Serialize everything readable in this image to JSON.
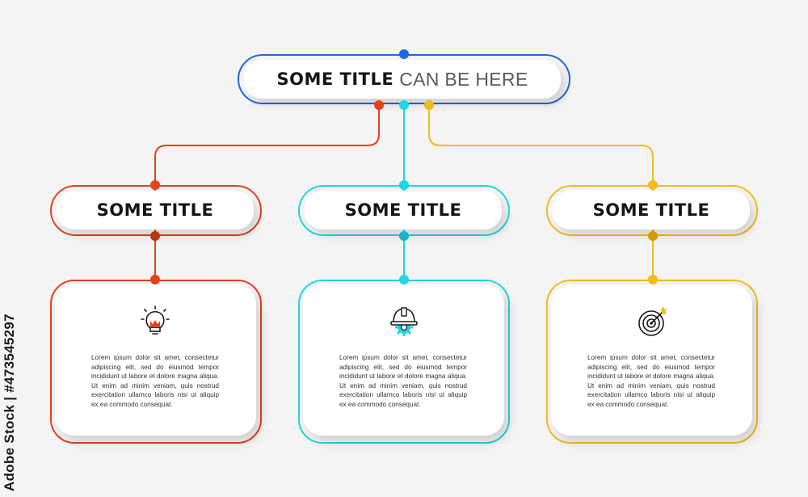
{
  "header": {
    "title_bold": "SOME TITLE",
    "title_light": "CAN BE HERE",
    "color": "#1f66e5"
  },
  "steps": [
    {
      "title": "SOME TITLE",
      "color": "#e4411b",
      "icon": "lightbulb-icon",
      "text": "Lorem ipsum dolor sit amet, consectetur adipiscing elit, sed do eiusmod tempor incididunt ut labore et dolore magna aliqua. Ut enim ad minim veniam, quis nostrud exercitation ullamco laboris nisi ut aliquip ex ea commodo consequat."
    },
    {
      "title": "SOME TITLE",
      "color": "#1fd6e2",
      "icon": "hardhat-gear-icon",
      "text": "Lorem ipsum dolor sit amet, consectetur adipiscing elit, sed do eiusmod tempor incididunt ut labore et dolore magna aliqua. Ut enim ad minim veniam, quis nostrud exercitation ullamco laboris nisi ut aliquip ex ea commodo consequat."
    },
    {
      "title": "SOME TITLE",
      "color": "#f2bb1a",
      "icon": "target-arrow-icon",
      "text": "Lorem ipsum dolor sit amet, consectetur adipiscing elit, sed do eiusmod tempor incididunt ut labore et dolore magna aliqua. Ut enim ad minim veniam, quis nostrud exercitation ullamco laboris nisi ut aliquip ex ea commodo consequat."
    }
  ],
  "watermark": {
    "side_text": "Adobe Stock | #473545297"
  }
}
